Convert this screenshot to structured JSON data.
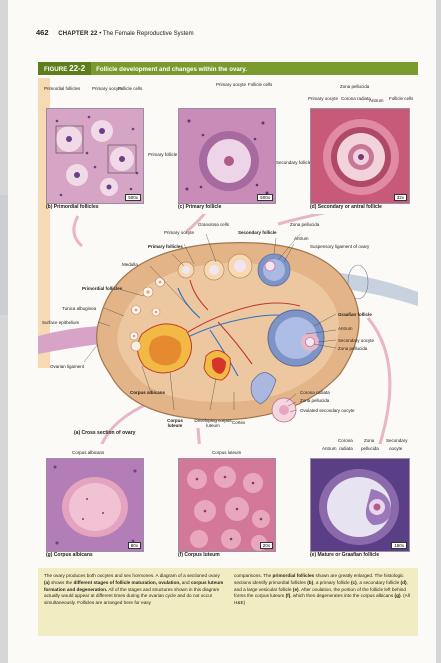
{
  "header": {
    "page_number": "462",
    "chapter": "CHAPTER 22",
    "separator": "•",
    "chapter_title": "The Female Reproductive System"
  },
  "figure": {
    "label": "FIGURE",
    "number": "22-2",
    "title": "Follicle development and changes within the ovary."
  },
  "panels": {
    "b": {
      "caption": "(b) Primordial follicles",
      "magnification": "500x",
      "labels": [
        "Primordial follicles",
        "Primary oocyte",
        "Follicle cells"
      ]
    },
    "c": {
      "caption": "(c) Primary follicle",
      "magnification": "500x",
      "labels": [
        "Primary oocyte",
        "Follicle cells",
        "Primary follicle"
      ]
    },
    "d": {
      "caption": "(d) Secondary or antral follicle",
      "magnification": "32x",
      "labels": [
        "Zona pellucida",
        "Primary oocyte",
        "Corona radiata",
        "Antrum",
        "Follicle cells",
        "Secondary follicle"
      ]
    },
    "a": {
      "caption": "(a) Cross section of ovary",
      "labels": {
        "granulosa_cells": "Granulosa cells",
        "zona_pellucida": "Zona pellucida",
        "primary_oocyte": "Primary oocyte",
        "secondary_follicle": "Secondary follicle",
        "primary_follicles": "Primary follicles",
        "antrum": "Antrum",
        "suspensory_ligament": "Suspensory ligament of ovary",
        "medulla": "Medulla",
        "primordial_follicles": "Primordial follicles",
        "tunica_albuginea": "Tunica albuginea",
        "surface_epithelium": "Surface epithelium",
        "graafian_follicle": "Graafian follicle",
        "antrum2": "Antrum",
        "secondary_oocyte": "Secondary oocyte",
        "zona_pellucida2": "Zona pellucida",
        "ovarian_ligament": "Ovarian ligament",
        "corona_radiata": "Corona radiata",
        "zona_pellucida3": "Zona pellucida",
        "ovulated_oocyte": "Ovulated secondary oocyte",
        "corpus_albicans": "Corpus albicans",
        "corpus_luteum": "Corpus luteum",
        "developing_cl": "Developing corpus luteum",
        "cortex": "Cortex"
      }
    },
    "g": {
      "caption": "(g) Corpus albicans",
      "magnification": "80x",
      "labels": [
        "Corpus albicans"
      ]
    },
    "f": {
      "caption": "(f) Corpus luteum",
      "magnification": "20x",
      "labels": [
        "Corpus luteum"
      ]
    },
    "e": {
      "caption": "(e) Mature or Graafian follicle",
      "magnification": "150x",
      "labels": [
        "Corona",
        "Antrum",
        "radiata",
        "Zona",
        "pellucida",
        "Secondary",
        "oocyte"
      ]
    }
  },
  "text": {
    "col1_a": "The ovary produces both oocytes and sex hormones. A diagram of a sectioned ovary ",
    "col1_b": "(a)",
    "col1_c": " shows the ",
    "col1_d": "different stages of follicle maturation, ovulation,",
    "col1_e": " and ",
    "col1_f": "corpus luteum formation and degeneration.",
    "col1_g": " All of the stages and structures shown in this diagram actually would appear at different times during the ovarian cycle and do not occur simultaneously. Follicles are arranged here for easy",
    "col2_a": "comparisons. The ",
    "col2_b": "primordial follicles",
    "col2_c": " shown are greatly enlarged. The histologic sections identify primordial follicles ",
    "col2_d": "(b)",
    "col2_e": ", a primary follicle ",
    "col2_f": "(c)",
    "col2_g": ", a secondary follicle ",
    "col2_h": "(d)",
    "col2_i": ", and a large vesicular follicle ",
    "col2_j": "(e)",
    "col2_k": ". After ovulation, the portion of the follicle left behind forms the corpus luteum ",
    "col2_l": "(f)",
    "col2_m": ", which then degenerates into the corpus albicans ",
    "col2_n": "(g)",
    "col2_o": ". (All H&E)"
  },
  "colors": {
    "title_bar": "#7a9a2e",
    "title_label": "#5f7d1a",
    "caption_box": "#f2ecc3",
    "stain_pink": "#d98fb8",
    "stain_purple": "#7d5b9a"
  }
}
